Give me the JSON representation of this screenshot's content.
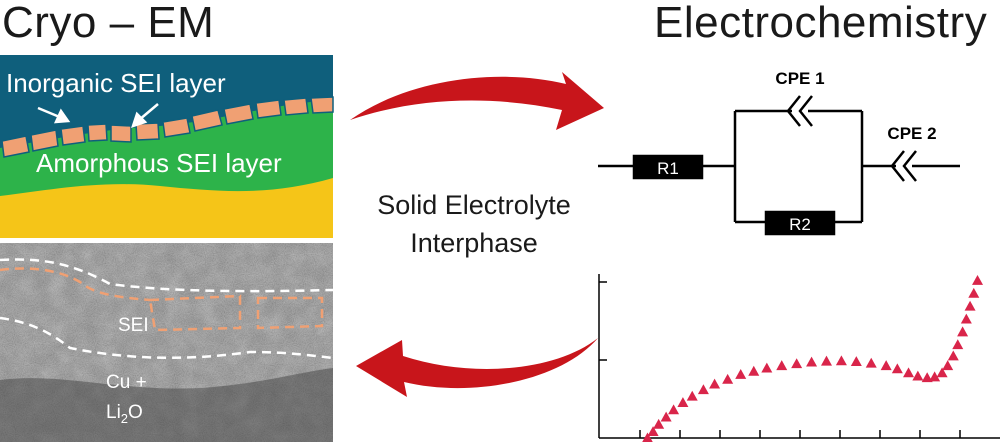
{
  "titles": {
    "left": "Cryo – EM",
    "right": "Electrochemistry"
  },
  "schematic": {
    "inorganic_label": "Inorganic SEI layer",
    "amorphous_label": "Amorphous SEI layer",
    "colors": {
      "electrolyte": "#0f5f7c",
      "amorphous": "#2db34a",
      "substrate": "#f5c518",
      "inorganic": "#f0a073"
    }
  },
  "tem": {
    "sei_label": "SEI",
    "cu_label": "Cu +",
    "li2o_base": "Li",
    "li2o_sub": "2",
    "li2o_end": "O"
  },
  "center": {
    "line1": "Solid Electrolyte",
    "line2": "Interphase"
  },
  "circuit": {
    "r1": "R1",
    "r2": "R2",
    "cpe1": "CPE 1",
    "cpe2": "CPE 2"
  },
  "arrow_color": "#c8151b",
  "plot_color": "#d9254a",
  "chart_data": {
    "type": "scatter",
    "marker": "triangle",
    "title": "",
    "xlabel": "",
    "ylabel": "",
    "xlim": [
      0,
      10
    ],
    "ylim": [
      0,
      10
    ],
    "points": [
      [
        1.3,
        0.0
      ],
      [
        1.45,
        0.4
      ],
      [
        1.6,
        0.85
      ],
      [
        1.8,
        1.3
      ],
      [
        2.0,
        1.75
      ],
      [
        2.25,
        2.2
      ],
      [
        2.5,
        2.6
      ],
      [
        2.8,
        3.0
      ],
      [
        3.1,
        3.35
      ],
      [
        3.45,
        3.65
      ],
      [
        3.8,
        3.95
      ],
      [
        4.15,
        4.15
      ],
      [
        4.5,
        4.35
      ],
      [
        4.9,
        4.5
      ],
      [
        5.3,
        4.62
      ],
      [
        5.7,
        4.72
      ],
      [
        6.1,
        4.78
      ],
      [
        6.5,
        4.8
      ],
      [
        6.9,
        4.75
      ],
      [
        7.3,
        4.65
      ],
      [
        7.7,
        4.5
      ],
      [
        8.0,
        4.3
      ],
      [
        8.3,
        4.05
      ],
      [
        8.55,
        3.85
      ],
      [
        8.8,
        3.75
      ],
      [
        9.0,
        3.8
      ],
      [
        9.2,
        4.05
      ],
      [
        9.35,
        4.5
      ],
      [
        9.5,
        5.1
      ],
      [
        9.62,
        5.8
      ],
      [
        9.75,
        6.6
      ],
      [
        9.85,
        7.4
      ],
      [
        9.95,
        8.2
      ],
      [
        10.05,
        9.0
      ],
      [
        10.15,
        9.8
      ]
    ]
  }
}
